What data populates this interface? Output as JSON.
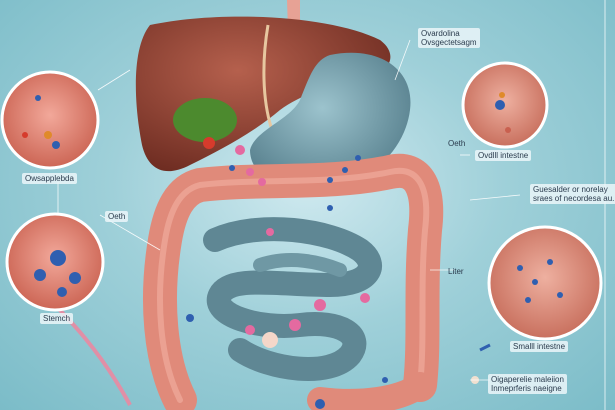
{
  "labels": {
    "top_center_line1": "Ovardolina",
    "top_center_line2": "Ovsgectetsagm",
    "left_top": "Owsapplebda",
    "left_middle": "Oeth",
    "left_bottom": "Stemch",
    "right_top_small": "Oeth",
    "right_top": "Ovdlll intestne",
    "right_middle_line1": "Guesalder or norelay",
    "right_middle_line2": "sraes of necordesa au.",
    "right_lower": "Liter",
    "right_bottom": "Smalll intestne",
    "bottom_right_line1": "Oigaperelie maleiion",
    "bottom_right_line2": "Inmeprferis naeigne"
  },
  "colors": {
    "background": "#9fd0d9",
    "liver": "#8c3f32",
    "stomach": "#6f9aa6",
    "large_intestine": "#e08a7a",
    "small_intestine": "#5f8794",
    "gallbladder": "#4c8a2e",
    "particle_blue": "#2f5fb0",
    "particle_pink": "#e46aa0"
  }
}
